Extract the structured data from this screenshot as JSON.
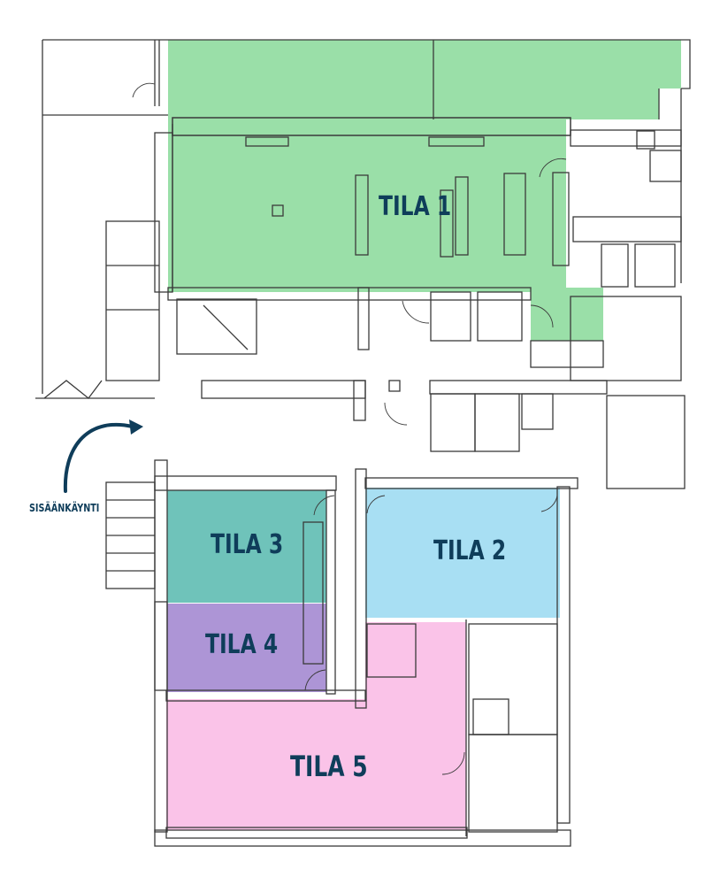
{
  "rooms": [
    {
      "id": "tila1",
      "label": "TILA 1",
      "color": "#8fdc9f"
    },
    {
      "id": "tila2",
      "label": "TILA 2",
      "color": "#9fdcf2"
    },
    {
      "id": "tila3",
      "label": "TILA 3",
      "color": "#5fbcb2"
    },
    {
      "id": "tila4",
      "label": "TILA 4",
      "color": "#a48ad2"
    },
    {
      "id": "tila5",
      "label": "TILA 5",
      "color": "#f9bde6"
    }
  ],
  "entrance": {
    "label": "SISÄÄNKÄYNTI",
    "arrow_color": "#0f3d5a"
  },
  "colors": {
    "wall": "#3a3a3a",
    "text": "#0f3d5a"
  }
}
